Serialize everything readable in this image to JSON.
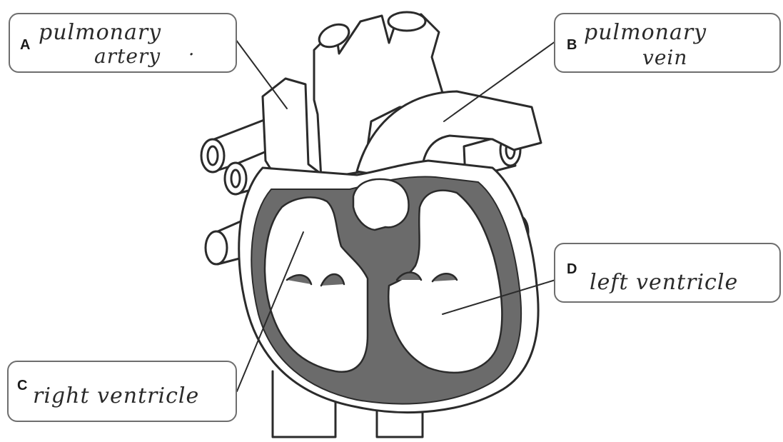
{
  "labels": {
    "a": {
      "letter": "A",
      "line1": "pulmonary",
      "line2": "artery",
      "mark": "."
    },
    "b": {
      "letter": "B",
      "line1": "pulmonary",
      "line2": "vein"
    },
    "c": {
      "letter": "C",
      "text": "right ventricle"
    },
    "d": {
      "letter": "D",
      "text": "left ventricle"
    }
  },
  "colors": {
    "outline": "#2b2b2b",
    "muscle": "#6b6b6b",
    "chamber": "#ffffff",
    "box_border": "#6e6e6e"
  }
}
